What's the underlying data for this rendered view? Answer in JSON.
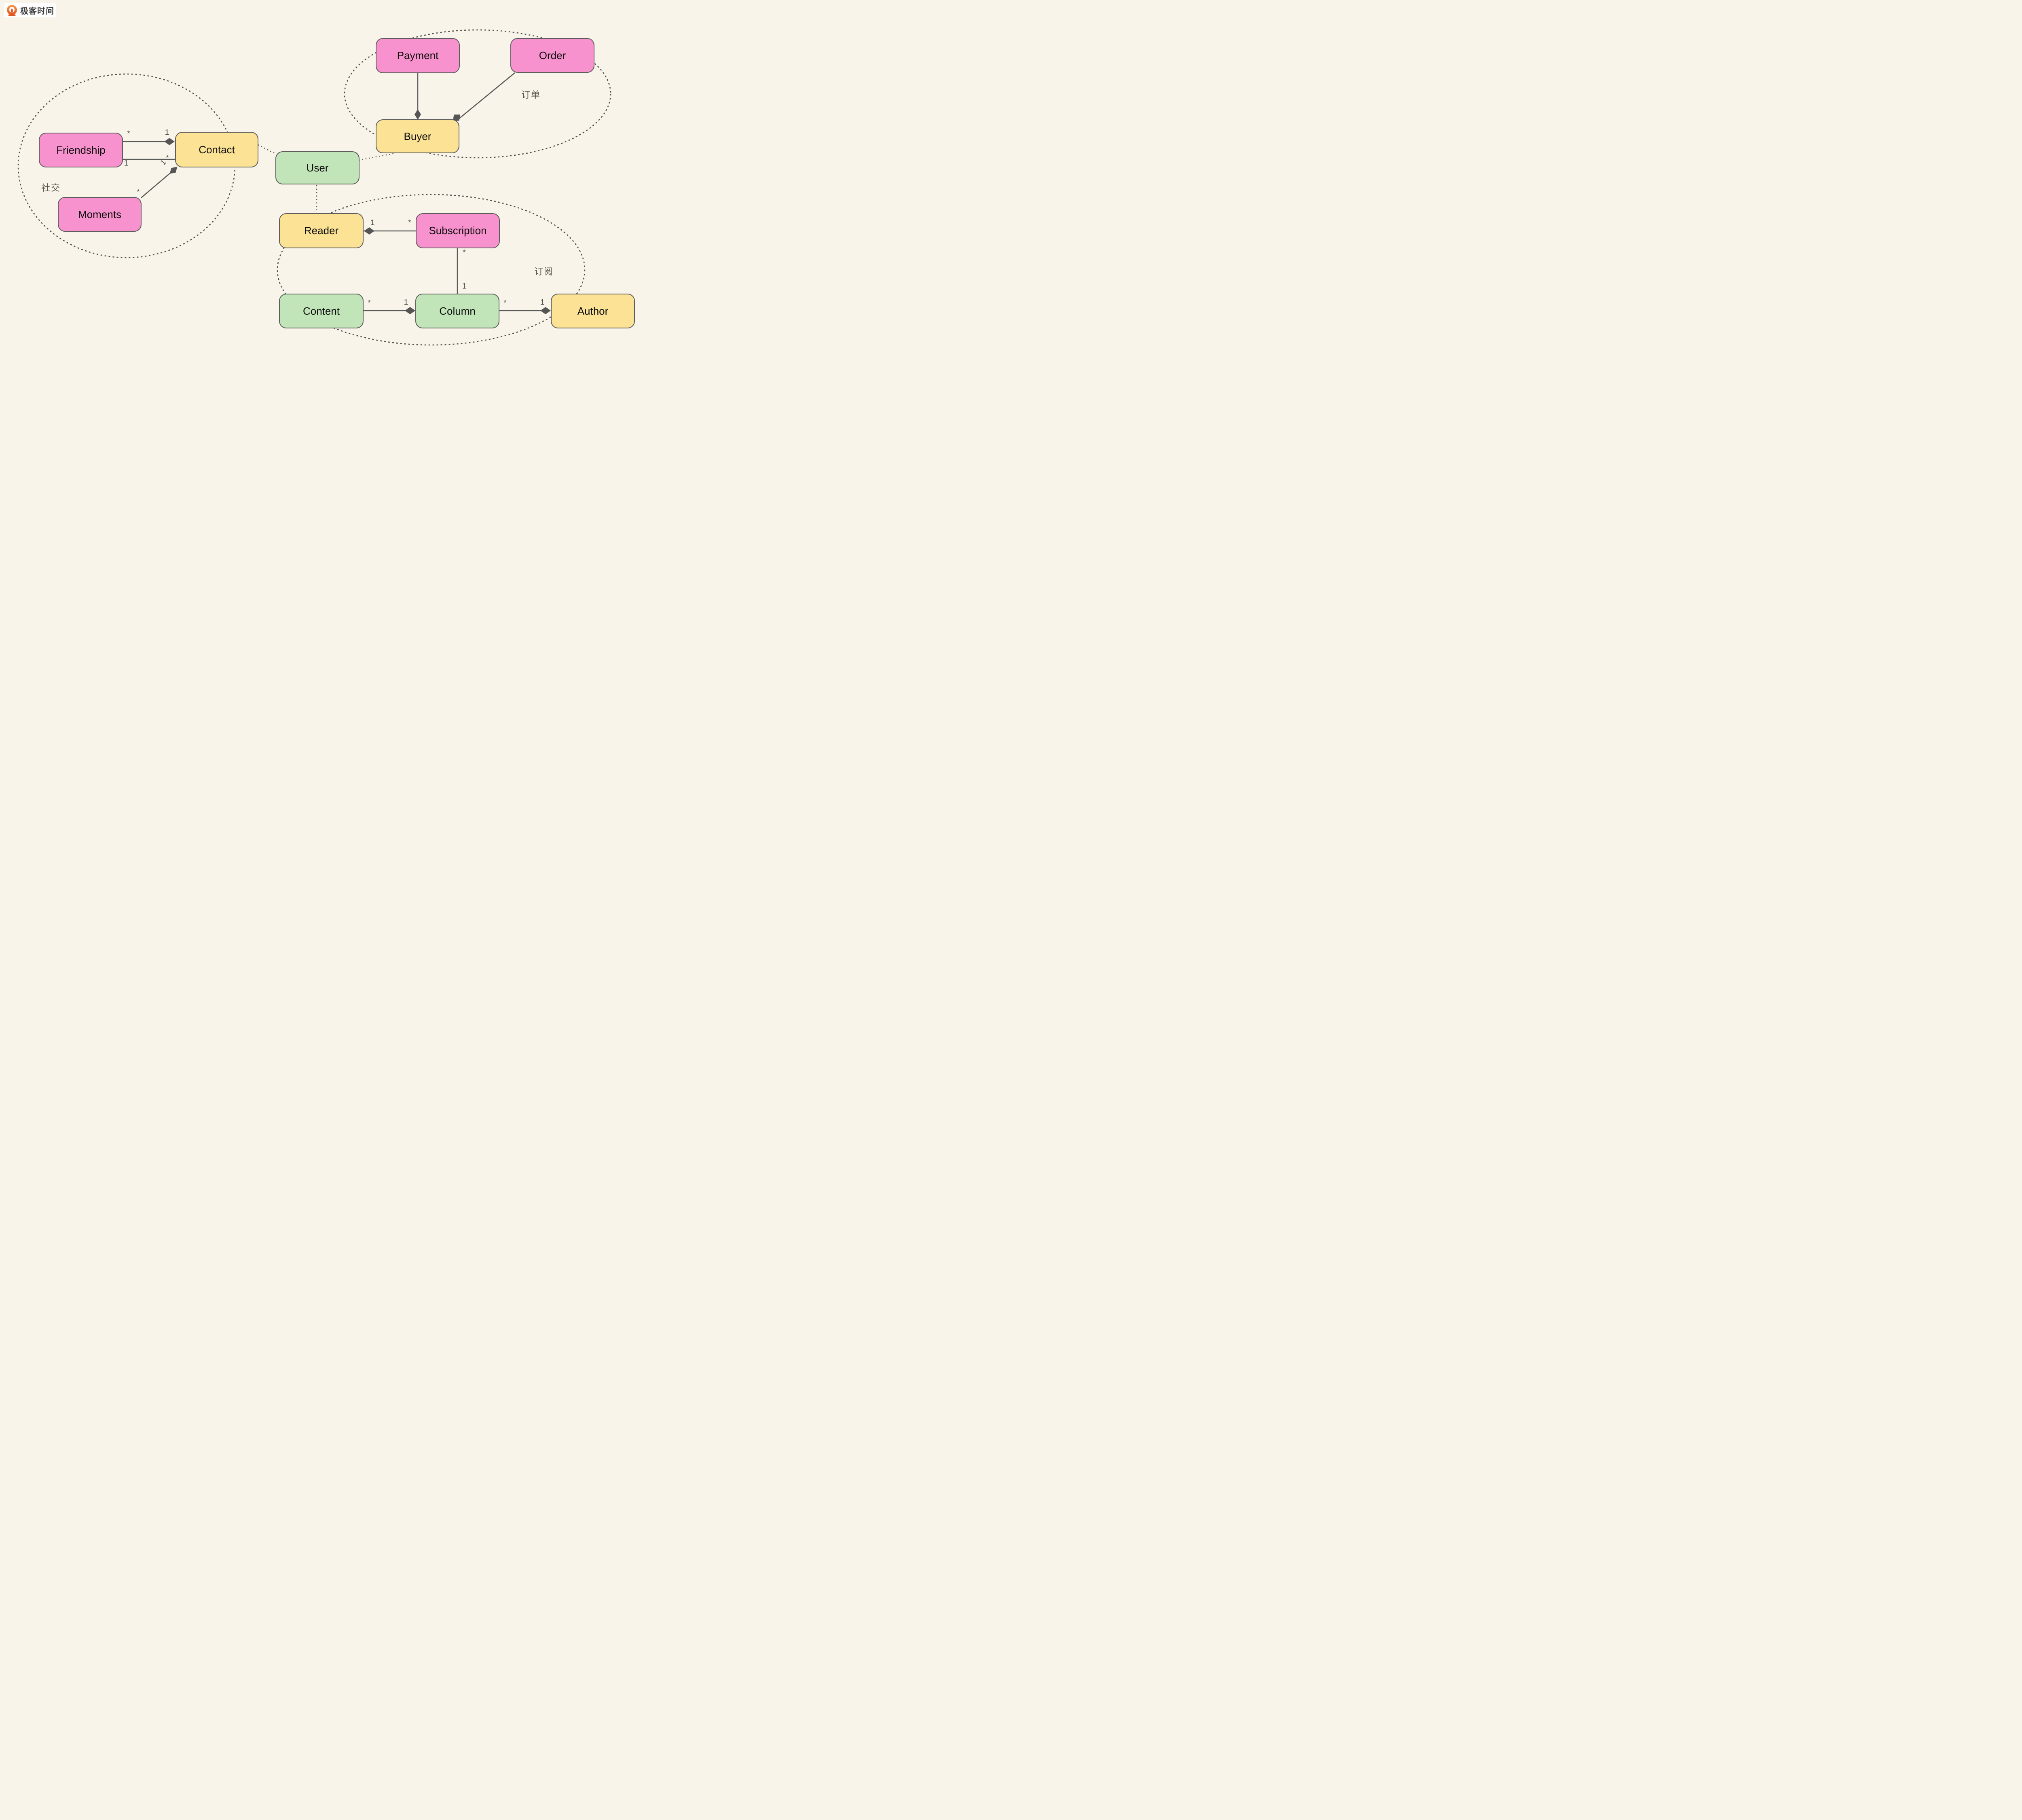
{
  "logo": {
    "text": "极客时间",
    "icon": "geektime-logo-icon"
  },
  "palette": {
    "background": "#f8f4e9",
    "entity_pink": "#f892ce",
    "entity_yellow": "#fbe294",
    "entity_green": "#c1e5b8",
    "line_gray": "#5a5a5a",
    "label_gray": "#4f4f4f",
    "logo_orange": "#e4541f"
  },
  "groups": [
    {
      "id": "social",
      "label": "社交"
    },
    {
      "id": "order",
      "label": "订单"
    },
    {
      "id": "subscribe",
      "label": "订阅"
    }
  ],
  "entities": [
    {
      "id": "friendship",
      "label": "Friendship",
      "color": "pink"
    },
    {
      "id": "contact",
      "label": "Contact",
      "color": "yellow"
    },
    {
      "id": "moments",
      "label": "Moments",
      "color": "pink"
    },
    {
      "id": "user",
      "label": "User",
      "color": "green"
    },
    {
      "id": "payment",
      "label": "Payment",
      "color": "pink"
    },
    {
      "id": "order",
      "label": "Order",
      "color": "pink"
    },
    {
      "id": "buyer",
      "label": "Buyer",
      "color": "yellow"
    },
    {
      "id": "reader",
      "label": "Reader",
      "color": "yellow"
    },
    {
      "id": "subscription",
      "label": "Subscription",
      "color": "pink"
    },
    {
      "id": "content",
      "label": "Content",
      "color": "green"
    },
    {
      "id": "column",
      "label": "Column",
      "color": "green"
    },
    {
      "id": "author",
      "label": "Author",
      "color": "yellow"
    }
  ],
  "relations": {
    "friendship_contact_top": {
      "from": "*",
      "to": "1"
    },
    "friendship_contact_bottom": {
      "from": "1",
      "to": "*"
    },
    "moments_contact": {
      "from": "*",
      "to": "1"
    },
    "reader_subscription": {
      "from": "1",
      "to": "*"
    },
    "subscription_column": {
      "from": "*",
      "to": "1"
    },
    "content_column": {
      "from": "*",
      "to": "1"
    },
    "column_author": {
      "from": "*",
      "to": "1"
    }
  }
}
